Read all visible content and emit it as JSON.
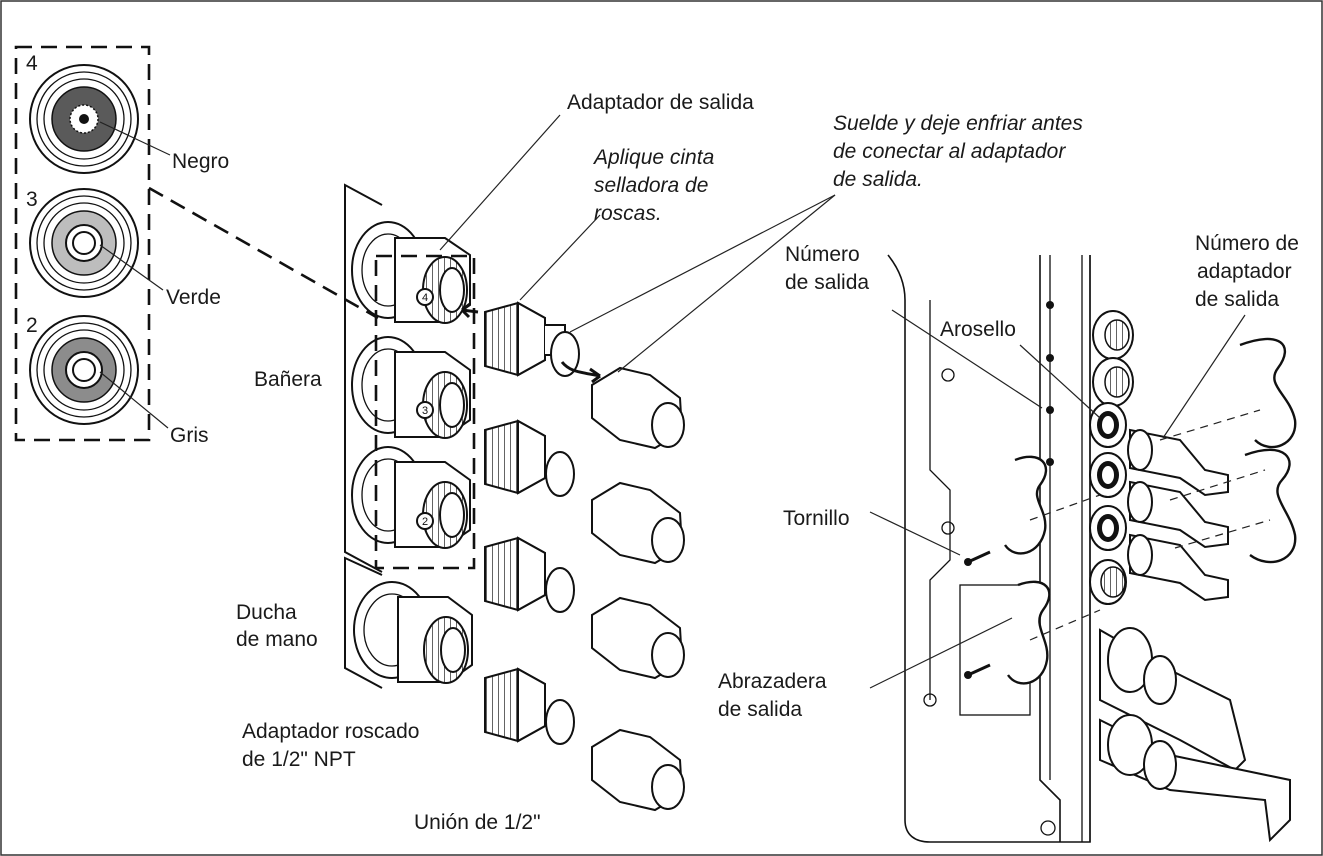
{
  "legend": {
    "items": [
      {
        "number": "4",
        "name": "Negro",
        "fill": "#5a5a5a"
      },
      {
        "number": "3",
        "name": "Verde",
        "fill": "#bdbdbd"
      },
      {
        "number": "2",
        "name": "Gris",
        "fill": "#8c8c8c"
      }
    ]
  },
  "labels": {
    "outlet_adapter": "Adaptador de salida",
    "tape_note": [
      "Aplique cinta",
      "selladora de",
      "roscas."
    ],
    "solder_note": [
      "Suelde y deje enfriar antes",
      "de conectar al adaptador",
      "de salida."
    ],
    "bathtub": "Bañera",
    "hand_shower": [
      "Ducha",
      "de mano"
    ],
    "threaded_adapter": [
      "Adaptador roscado",
      "de 1/2\" NPT"
    ],
    "union": "Unión de 1/2\"",
    "outlet_number": [
      "Número",
      "de salida"
    ],
    "oring": "Arosello",
    "outlet_adapter_number": [
      "Número de",
      "adaptador",
      "de salida"
    ],
    "screw": "Tornillo",
    "outlet_clamp": [
      "Abrazadera",
      "de salida"
    ]
  },
  "adapter_numbers": [
    "4",
    "3",
    "2"
  ]
}
